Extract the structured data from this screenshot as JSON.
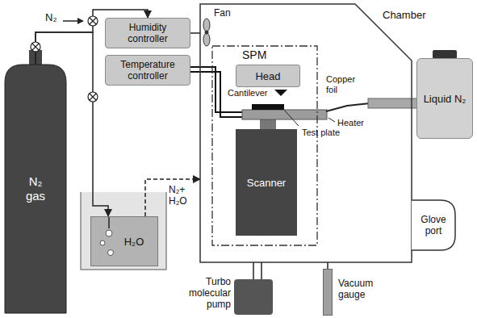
{
  "diagram": {
    "nodes": [
      {
        "text": [
          "N₂ gas"
        ]
      },
      {
        "text": [
          "Humidity controller"
        ]
      },
      {
        "text": [
          "Temperature controller"
        ]
      },
      {
        "text": [
          "Chamber"
        ]
      },
      {
        "text": [
          "SPM"
        ],
        "in": 3
      },
      {
        "text": [
          "Head"
        ],
        "in": 4
      },
      {
        "text": [
          "Scanner"
        ],
        "in": 4
      },
      {
        "text": [
          "Liquid N₂"
        ]
      },
      {
        "text": [
          "H₂O"
        ]
      },
      {
        "text": [
          "Glove port"
        ]
      },
      {
        "text": [
          "Turbo molecular pump"
        ]
      },
      {
        "text": [
          "Vacuum gauge"
        ]
      }
    ],
    "edges": [
      {
        "from": 0,
        "to": 1,
        "arrow": "to"
      },
      {
        "from": 0,
        "to": 8,
        "arrow": "to"
      },
      {
        "from": 1,
        "to": 3,
        "arrow": "none"
      },
      {
        "from": 8,
        "to": 3,
        "label": "N₂+ H₂O",
        "arrow": "to"
      },
      {
        "from": 10,
        "to": 3,
        "arrow": "none"
      },
      {
        "from": 11,
        "to": 3,
        "arrow": "none"
      }
    ],
    "labels": [
      "N₂",
      "Fan",
      "Cantilever",
      "Copper foil",
      "Heater",
      "Test plate"
    ]
  }
}
